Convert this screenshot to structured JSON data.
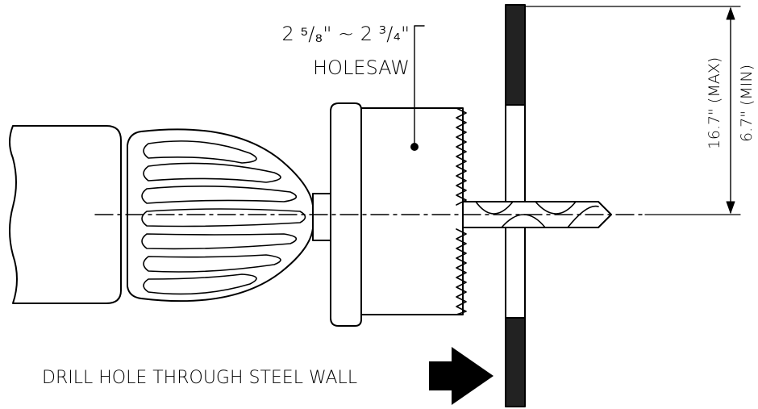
{
  "labels": {
    "holesaw_size": "2 ⁵/₈\" ~ 2 ³/₄\"",
    "holesaw": "HOLESAW",
    "instruction": "DRILL HOLE THROUGH STEEL WALL",
    "dim_max": "16.7\" (MAX)",
    "dim_min": "6.7\" (MIN)"
  },
  "colors": {
    "line": "#000000",
    "background": "#ffffff"
  }
}
